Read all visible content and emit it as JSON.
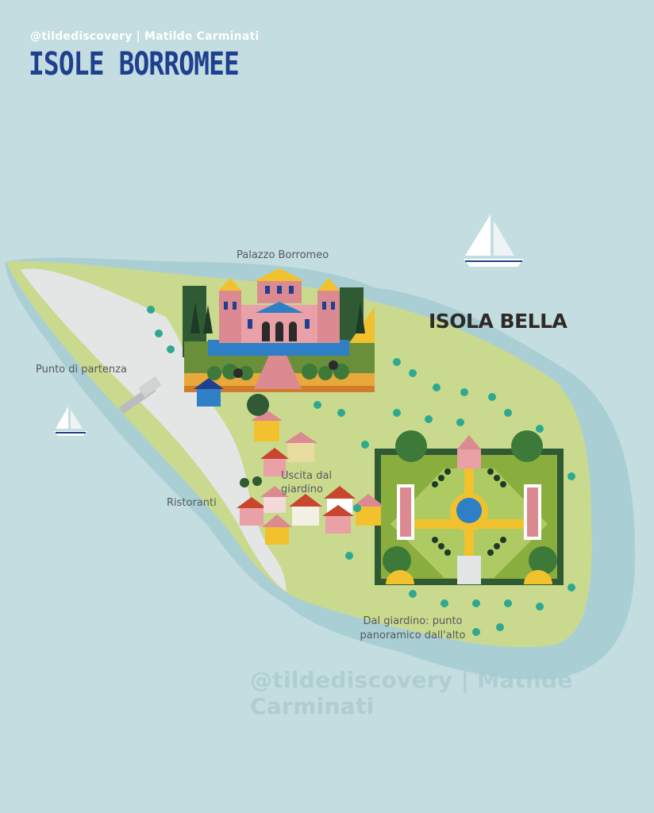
{
  "header": {
    "credit": "@tildediscovery | Matilde Carminati",
    "title": "ISOLE BORROMEE"
  },
  "map": {
    "island_name": "ISOLA BELLA",
    "labels": {
      "palazzo": "Palazzo Borromeo",
      "partenza": "Punto di partenza",
      "ristoranti": "Ristoranti",
      "uscita": "Uscita dal giardino",
      "panoramico": "Dal giardino: punto panoramico dall'alto"
    }
  },
  "watermark": "@tildediscovery | Matilde Carminati",
  "colors": {
    "lake": "#c3dde0",
    "shallow_water": "#9fc8ce",
    "island": "#c8d88e",
    "path": "#e2e5e3",
    "title": "#1f3f8f",
    "palace_pink": "#dc8a92",
    "roof_yellow": "#f2c12e",
    "garden_dark": "#3d7a3a",
    "fountain_blue": "#2f7fc6"
  }
}
